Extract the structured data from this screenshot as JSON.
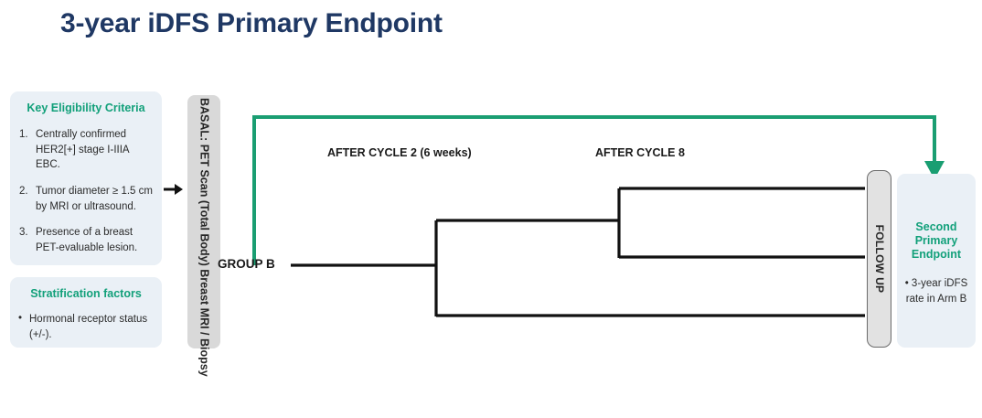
{
  "slide": {
    "title": "3-year iDFS Primary Endpoint"
  },
  "eligibility": {
    "heading": "Key Eligibility Criteria",
    "items": [
      {
        "num": "1.",
        "text": "Centrally  confirmed HER2[+] stage I-IIIA EBC."
      },
      {
        "num": "2.",
        "text": "Tumor diameter ≥ 1.5 cm by MRI or ultrasound."
      },
      {
        "num": "3.",
        "text": "Presence of a breast PET-evaluable  lesion."
      }
    ]
  },
  "stratification": {
    "heading": "Stratification factors",
    "items": [
      {
        "bullet": "•",
        "text": "Hormonal  receptor status (+/-)."
      }
    ]
  },
  "basal": {
    "label": "BASAL: PET Scan (Total Body) Breast MRI / Biopsy"
  },
  "flow": {
    "group_label": "GROUP B",
    "cycle2_label": "AFTER CYCLE 2 (6 weeks)",
    "cycle8_label": "AFTER CYCLE 8",
    "followup_label": "FOLLOW UP"
  },
  "endpoint": {
    "heading": "Second Primary Endpoint",
    "items": [
      {
        "text": "• 3-year iDFS rate in Arm B"
      }
    ]
  },
  "colors": {
    "title_navy": "#1f3864",
    "accent_teal": "#12a07a",
    "panel_bg": "#eaf0f6",
    "basal_gray": "#d9d9d9",
    "followup_gray": "#e2e2e2",
    "line_black": "#111111"
  }
}
